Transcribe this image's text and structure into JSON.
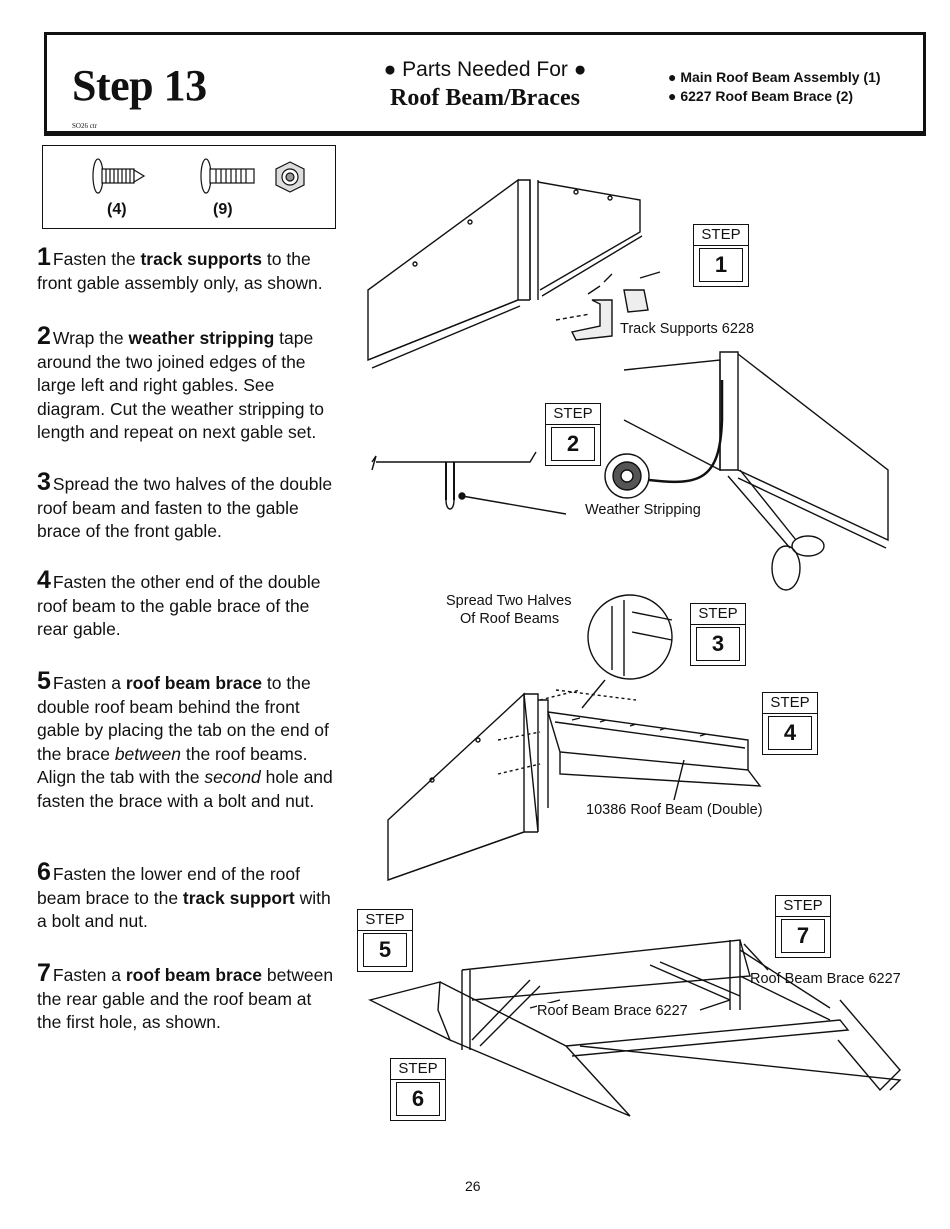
{
  "header": {
    "step": "Step 13",
    "code": "SO26 ctr",
    "parts_needed": "● Parts Needed For ●",
    "parts_for": "Roof Beam/Braces",
    "parts": [
      "● Main Roof Beam Assembly (1)",
      "● 6227 Roof Beam Brace (2)"
    ]
  },
  "hardware": {
    "screw_count": "(4)",
    "bolt_count": "(9)"
  },
  "instructions": [
    {
      "num": "1",
      "parts": [
        "Fasten the ",
        "track supports",
        " to the front gable assembly only, as shown."
      ]
    },
    {
      "num": "2",
      "parts": [
        "Wrap the ",
        "weather stripping",
        " tape around the two joined edges of the large left and right gables. See diagram. Cut the weather stripping to length and repeat on next gable set."
      ]
    },
    {
      "num": "3",
      "parts": [
        "Spread the two halves of the double roof beam and fasten to the gable brace of the front gable."
      ]
    },
    {
      "num": "4",
      "parts": [
        "Fasten the other end of the double roof beam to the gable brace of the rear gable."
      ]
    },
    {
      "num": "5",
      "parts": [
        "Fasten a ",
        "roof beam brace",
        " to the double roof beam behind the front gable by placing the tab on the end of the brace ",
        "between",
        " the roof beams. Align the tab with the ",
        "second",
        " hole and fasten the brace with a bolt and nut."
      ]
    },
    {
      "num": "6",
      "parts": [
        "Fasten the lower end of the roof beam brace to the ",
        "track support",
        " with a bolt and nut."
      ]
    },
    {
      "num": "7",
      "parts": [
        "Fasten a ",
        "roof beam brace",
        " between the rear gable and the roof beam at the first hole, as shown."
      ]
    }
  ],
  "step_labels": {
    "word": "STEP",
    "s1": "1",
    "s2": "2",
    "s3": "3",
    "s4": "4",
    "s5": "5",
    "s6": "6",
    "s7": "7"
  },
  "callouts": {
    "track_supports": "Track Supports 6228",
    "weather_stripping": "Weather Stripping",
    "spread_1": "Spread Two Halves",
    "spread_2": "Of Roof Beams",
    "roof_beam": "10386 Roof Beam (Double)",
    "brace_right": "Roof Beam Brace 6227",
    "brace_center": "Roof Beam Brace 6227"
  },
  "page_number": "26"
}
